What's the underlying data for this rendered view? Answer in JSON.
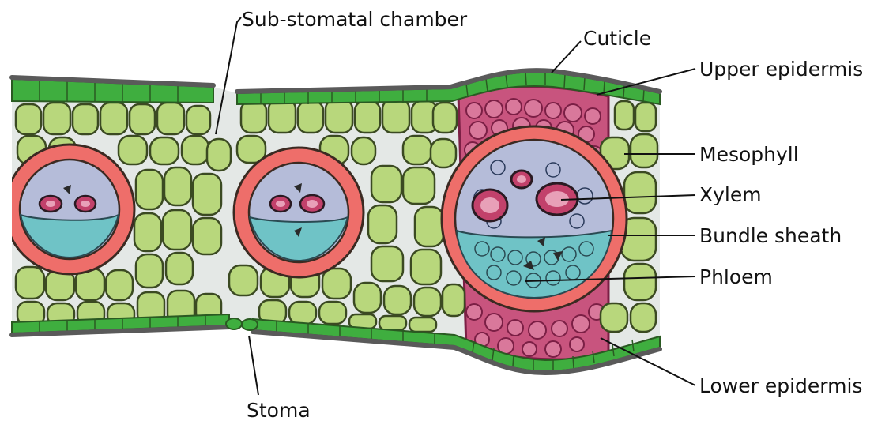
{
  "labels": {
    "sub_stomatal_chamber": "Sub-stomatal chamber",
    "cuticle": "Cuticle",
    "upper_epidermis": "Upper epidermis",
    "mesophyll": "Mesophyll",
    "xylem": "Xylem",
    "bundle_sheath": "Bundle sheath",
    "phloem": "Phloem",
    "lower_epidermis": "Lower epidermis",
    "stoma": "Stoma"
  },
  "colors": {
    "cuticle": "#5a5a5a",
    "epidermis": "#3fae3f",
    "mesophyll": "#b8d77c",
    "cell_wall": "#3b4a22",
    "bundle_sheath": "#ee6e6a",
    "xylem_region": "#b5bcd9",
    "xylem_vessel": "#c2416b",
    "phloem_region": "#6fc3c6",
    "fibre": "#c8547e"
  }
}
